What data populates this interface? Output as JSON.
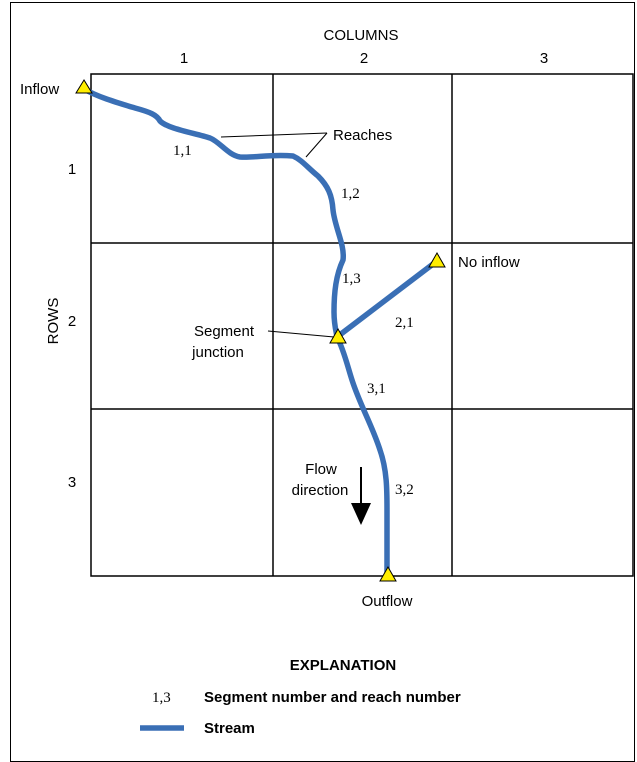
{
  "diagram": {
    "columns_title": "COLUMNS",
    "column_labels": [
      "1",
      "2",
      "3"
    ],
    "rows_title": "ROWS",
    "row_labels": [
      "1",
      "2",
      "3"
    ],
    "labels": {
      "inflow": "Inflow",
      "reaches": "Reaches",
      "no_inflow": "No inflow",
      "segment_junction_line1": "Segment",
      "segment_junction_line2": "junction",
      "flow_direction_line1": "Flow",
      "flow_direction_line2": "direction",
      "outflow": "Outflow"
    },
    "reach_labels": [
      "1,1",
      "1,2",
      "1,3",
      "2,1",
      "3,1",
      "3,2"
    ],
    "colors": {
      "stream": "#3a6fb5",
      "node": "#ffee00",
      "grid": "#000000"
    }
  },
  "explanation": {
    "title": "EXPLANATION",
    "items": [
      {
        "symbol": "1,3",
        "text": "Segment number and reach number"
      },
      {
        "symbol": "stream-line",
        "text": "Stream"
      }
    ]
  }
}
